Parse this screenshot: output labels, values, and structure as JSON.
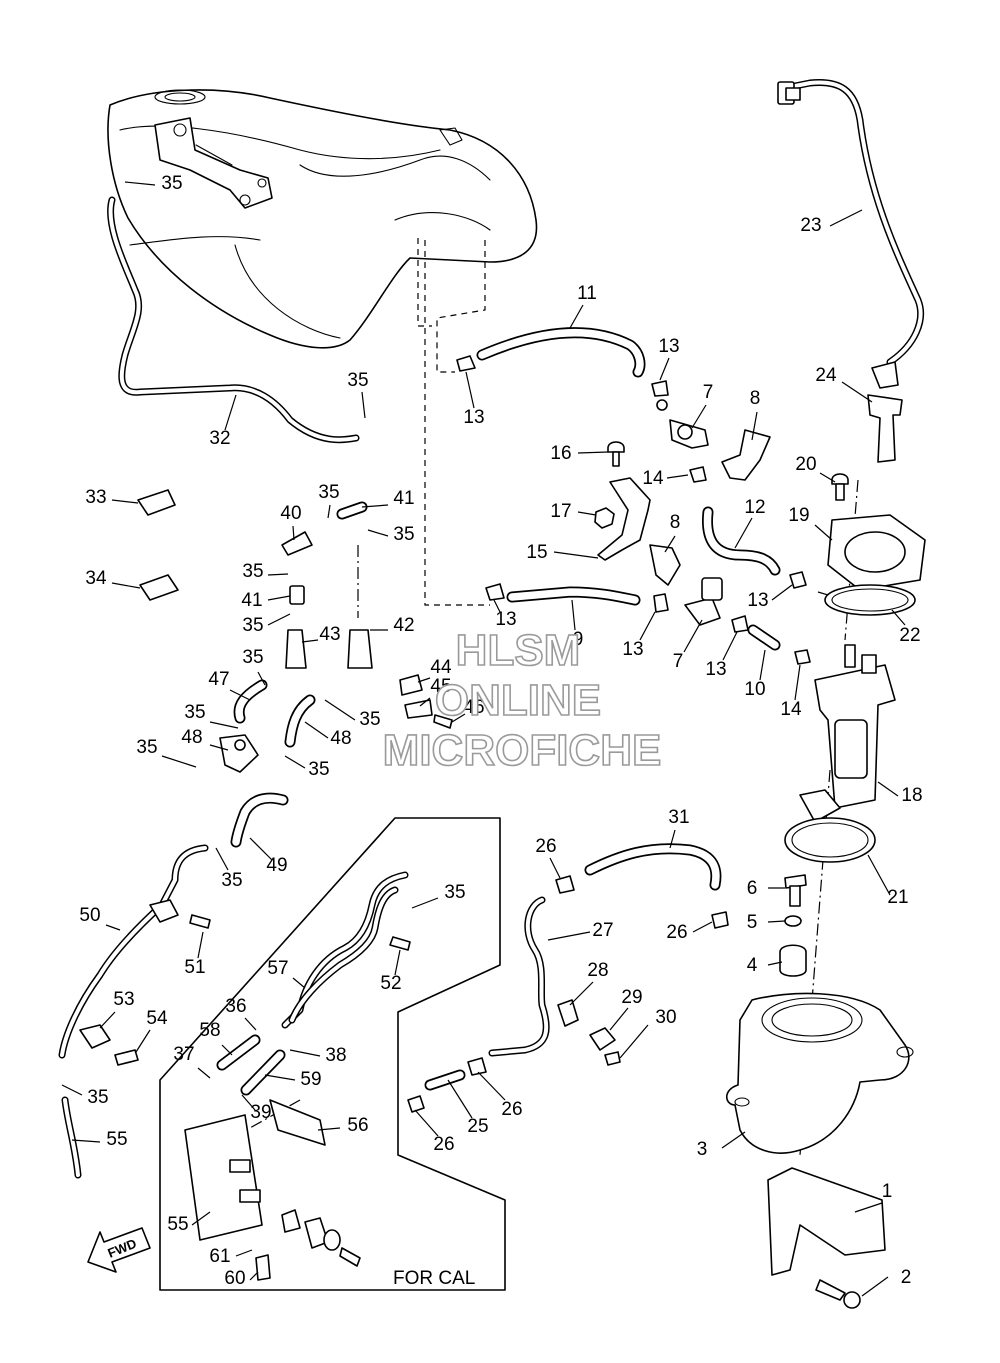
{
  "diagram": {
    "watermark": [
      "HLSM",
      "ONLINE",
      "MICROFICHE"
    ],
    "fwd_label": "FWD",
    "inset_label": "FOR CAL",
    "callouts": [
      "1",
      "2",
      "3",
      "4",
      "5",
      "6",
      "7",
      "7",
      "8",
      "8",
      "9",
      "10",
      "11",
      "12",
      "13",
      "13",
      "13",
      "13",
      "13",
      "13",
      "14",
      "14",
      "16",
      "17",
      "15",
      "18",
      "19",
      "20",
      "21",
      "22",
      "23",
      "24",
      "26",
      "26",
      "26",
      "26",
      "27",
      "28",
      "29",
      "30",
      "31",
      "25",
      "32",
      "33",
      "34",
      "35",
      "35",
      "35",
      "35",
      "35",
      "35",
      "35",
      "35",
      "35",
      "35",
      "35",
      "35",
      "35",
      "35",
      "36",
      "37",
      "38",
      "39",
      "40",
      "41",
      "41",
      "42",
      "43",
      "44",
      "45",
      "46",
      "47",
      "48",
      "48",
      "49",
      "50",
      "51",
      "52",
      "53",
      "54",
      "55",
      "55",
      "56",
      "57",
      "58",
      "59",
      "60",
      "61"
    ]
  }
}
